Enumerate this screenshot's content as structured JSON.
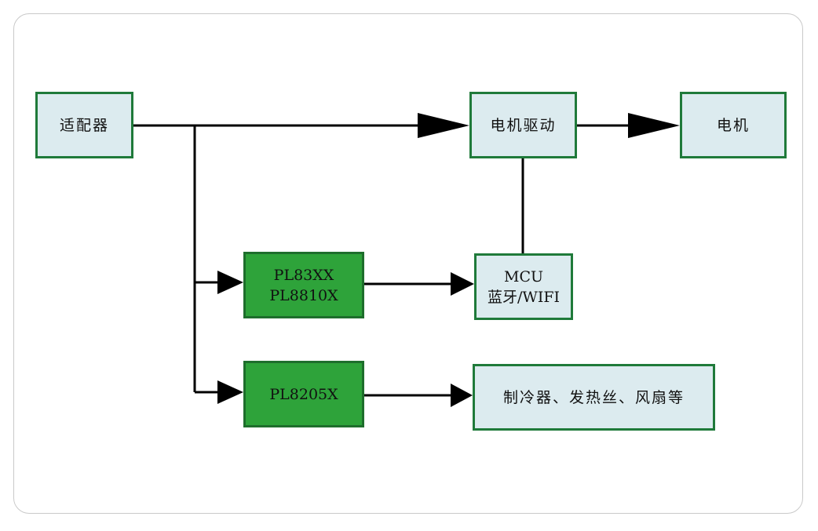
{
  "diagram": {
    "nodes": {
      "adapter": {
        "label": "适配器"
      },
      "motor_driver": {
        "label": "电机驱动"
      },
      "motor": {
        "label": "电机"
      },
      "pl83xx": {
        "line1": "PL83XX",
        "line2": "PL8810X"
      },
      "mcu": {
        "line1": "MCU",
        "line2": "蓝牙/WIFI"
      },
      "pl8205x": {
        "label": "PL8205X"
      },
      "loads": {
        "label": "制冷器、发热丝、风扇等"
      }
    },
    "colors": {
      "node_fill": "#dcebef",
      "node_border": "#1f7a3a",
      "chip_fill": "#2ea33a",
      "chip_border": "#1e6e2c",
      "wire": "#000000"
    }
  }
}
